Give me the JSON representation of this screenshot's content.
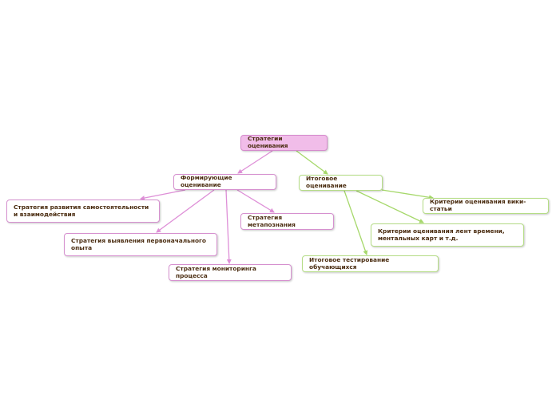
{
  "diagram": {
    "root": "Стратегии оценивания",
    "formative": {
      "label": "Формирующие оценивание",
      "children": [
        "Стратегия развития самостоятельности и взаимодействия",
        "Стратегия выявления первоначального опыта",
        "Стратегия мониторинга процесса",
        "Стратегия метапознания"
      ]
    },
    "summative": {
      "label": "Итоговое оценивание",
      "children": [
        "Критерии оценивания вики-статьи",
        "Критерии оценивания лент времени, ментальных карт и т.д.",
        "Итоговое тестирование обучающихся"
      ]
    }
  },
  "colors": {
    "root_fill": "#f1bde9",
    "formative_branch": "#de8fd7",
    "summative_branch": "#a6d86b",
    "text": "#4a2c10"
  }
}
